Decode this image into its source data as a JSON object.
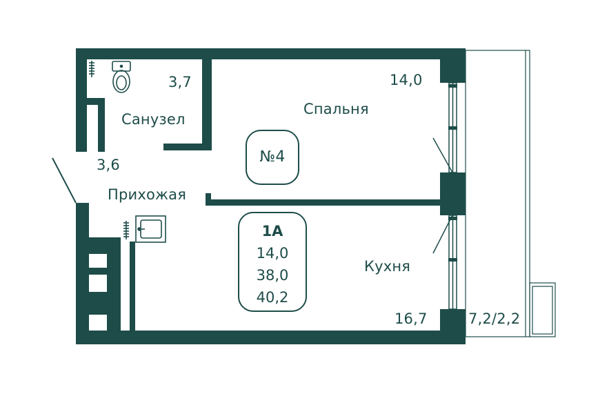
{
  "colors": {
    "wall": "#1d4c49",
    "background": "#ffffff"
  },
  "rooms": {
    "bathroom": {
      "name": "Санузел",
      "area": "3,7"
    },
    "bedroom": {
      "name": "Спальня",
      "area": "14,0"
    },
    "hallway": {
      "name": "Прихожая",
      "area": "3,6"
    },
    "kitchen": {
      "name": "Кухня",
      "area": "16,7"
    },
    "balcony": {
      "area": "7,2/2,2"
    }
  },
  "apartment": {
    "number": "№4",
    "type": "1А",
    "living_area": "14,0",
    "total_area": "38,0",
    "total_area_with_balcony": "40,2"
  },
  "icons": [
    "toilet-icon",
    "radiator-icon",
    "sink-icon"
  ]
}
